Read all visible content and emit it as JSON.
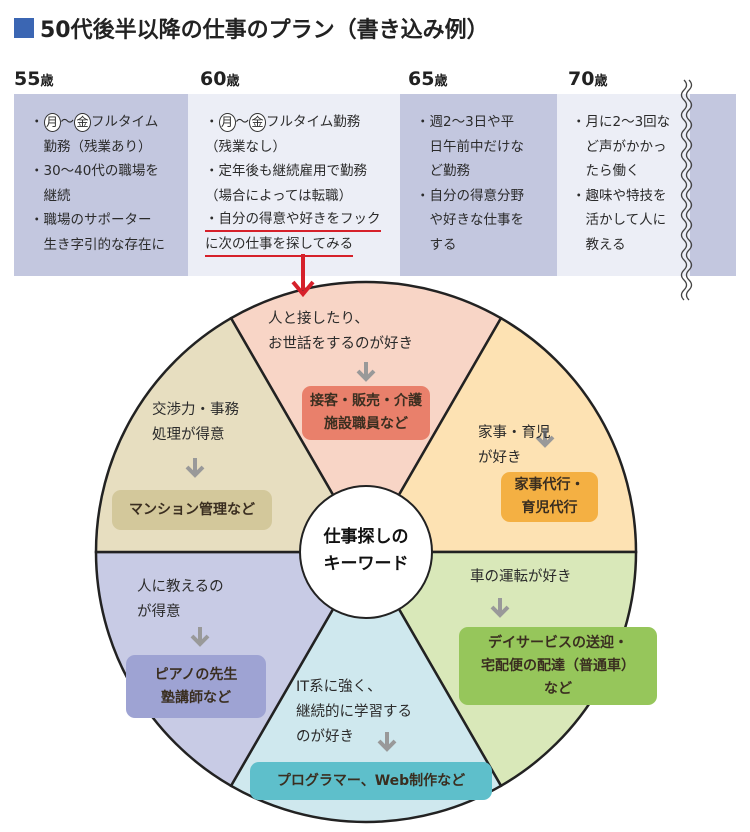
{
  "title": "50代後半以降の仕事のプラン（書き込み例）",
  "colors": {
    "accent": "#3b66b3",
    "underline": "#d6202a",
    "arrow": "#d6202a",
    "col_dark": "#c3c7df",
    "col_light": "#eceef6"
  },
  "timeline": {
    "ages": [
      {
        "num": "55",
        "unit": "歳"
      },
      {
        "num": "60",
        "unit": "歳"
      },
      {
        "num": "65",
        "unit": "歳"
      },
      {
        "num": "70",
        "unit": "歳"
      }
    ],
    "columns": [
      {
        "circled": true,
        "lines": [
          "・月〜金フルタイム",
          "　勤務（残業あり）",
          "・30〜40代の職場を",
          "　継続",
          "・職場のサポーター",
          "　生き字引的な存在に"
        ],
        "underlined": []
      },
      {
        "circled": true,
        "lines": [
          "・月〜金フルタイム勤務",
          "（残業なし）",
          "・定年後も継続雇用で勤務",
          "（場合によっては転職）",
          "・自分の得意や好きをフック",
          "に次の仕事を探してみる"
        ],
        "underlined": [
          4,
          5
        ]
      },
      {
        "circled": false,
        "lines": [
          "・週2〜3日や平",
          "　日午前中だけな",
          "　ど勤務",
          "・自分の得意分野",
          "　や好きな仕事を",
          "　する"
        ],
        "underlined": []
      },
      {
        "circled": false,
        "lines": [
          "・月に2〜3回な",
          "　ど声がかかっ",
          "　たら働く",
          "・趣味や特技を",
          "　活かして人に",
          "　教える"
        ],
        "underlined": []
      }
    ]
  },
  "wheel": {
    "center": [
      "仕事探しの",
      "キーワード"
    ],
    "sectors": [
      {
        "id": "people",
        "fill": "#f8d5c6",
        "box_color": "#e9806b",
        "trait": [
          "人と接したり、",
          "お世話をするのが好き"
        ],
        "jobs": [
          "接客・販売・介護",
          "施設職員など"
        ]
      },
      {
        "id": "housework",
        "fill": "#fde2b3",
        "box_color": "#f4b043",
        "trait": [
          "家事・育児",
          "が好き"
        ],
        "jobs": [
          "家事代行・",
          "育児代行"
        ]
      },
      {
        "id": "driving",
        "fill": "#d9e8b9",
        "box_color": "#96c65b",
        "trait": [
          "車の運転が好き"
        ],
        "jobs": [
          "デイサービスの送迎・",
          "宅配便の配達（普通車）",
          "など"
        ]
      },
      {
        "id": "it",
        "fill": "#cfe8ee",
        "box_color": "#5ebfcb",
        "trait": [
          "IT系に強く、",
          "継続的に学習する",
          "のが好き"
        ],
        "jobs": [
          "プログラマー、Web制作など"
        ]
      },
      {
        "id": "teaching",
        "fill": "#c8cbe5",
        "box_color": "#9ea3d3",
        "trait": [
          "人に教えるの",
          "が得意"
        ],
        "jobs": [
          "ピアノの先生",
          "塾講師など"
        ]
      },
      {
        "id": "negotiation",
        "fill": "#e7dec0",
        "box_color": "#d3c89b",
        "trait": [
          "交渉力・事務",
          "処理が得意"
        ],
        "jobs": [
          "マンション管理など"
        ]
      }
    ]
  }
}
